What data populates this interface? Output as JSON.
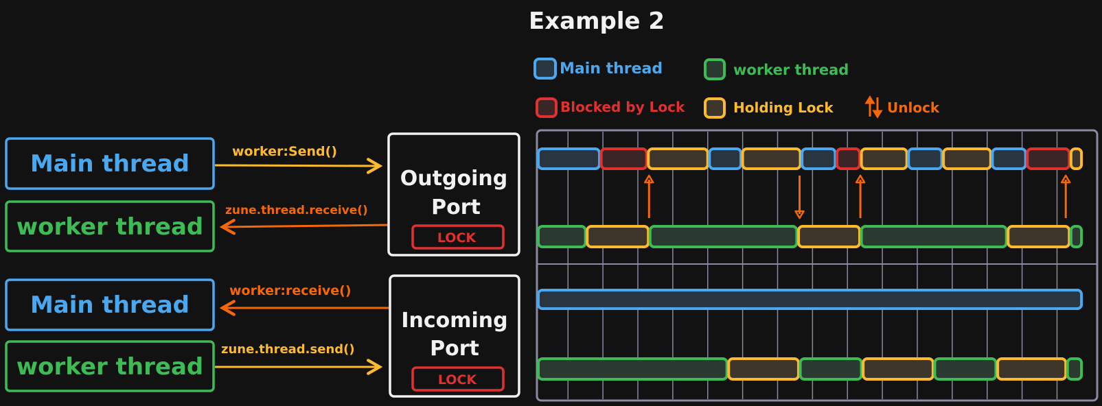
{
  "title": "Example 2",
  "colors": {
    "background": "#121212",
    "main": "#4aa8f0",
    "main_fill": "#2a3542",
    "worker": "#3dbb55",
    "worker_fill": "#2b3a31",
    "blocked": "#e03131",
    "blocked_fill": "#3b2627",
    "holding": "#fcbb2f",
    "holding_fill": "#3e352b",
    "unlock": "#f76707",
    "text_white": "#f2f2f2",
    "grid": "#8a8aa0"
  },
  "legend": [
    {
      "key": "main",
      "label": "Main thread"
    },
    {
      "key": "worker",
      "label": "worker thread"
    },
    {
      "key": "blocked",
      "label": "Blocked by Lock"
    },
    {
      "key": "holding",
      "label": "Holding Lock"
    },
    {
      "key": "unlock",
      "label": "Unlock"
    }
  ],
  "left_diagram": {
    "outgoing": {
      "main_label": "Main thread",
      "worker_label": "worker thread",
      "send_call": "worker:Send()",
      "receive_call": "zune.thread.receive()",
      "port_line1": "Outgoing",
      "port_line2": "Port",
      "lock_label": "LOCK"
    },
    "incoming": {
      "main_label": "Main thread",
      "worker_label": "worker thread",
      "receive_call": "worker:receive()",
      "send_call": "zune.thread.send()",
      "port_line1": "Incoming",
      "port_line2": "Port",
      "lock_label": "LOCK"
    }
  },
  "timeline": {
    "grid_divisions": 16,
    "lanes": [
      {
        "name": "outgoing-main",
        "segments": [
          {
            "state": "main",
            "start": 0.0,
            "end": 1.75
          },
          {
            "state": "blocked",
            "start": 1.8,
            "end": 3.1
          },
          {
            "state": "holding",
            "start": 3.15,
            "end": 4.85
          },
          {
            "state": "main",
            "start": 4.9,
            "end": 5.8
          },
          {
            "state": "holding",
            "start": 5.85,
            "end": 7.5
          },
          {
            "state": "main",
            "start": 7.55,
            "end": 8.5
          },
          {
            "state": "blocked",
            "start": 8.55,
            "end": 9.2
          },
          {
            "state": "holding",
            "start": 9.25,
            "end": 10.55
          },
          {
            "state": "main",
            "start": 10.6,
            "end": 11.55
          },
          {
            "state": "holding",
            "start": 11.6,
            "end": 12.95
          },
          {
            "state": "main",
            "start": 13.0,
            "end": 13.95
          },
          {
            "state": "blocked",
            "start": 14.0,
            "end": 15.2
          },
          {
            "state": "holding",
            "start": 15.25,
            "end": 15.55
          }
        ]
      },
      {
        "name": "outgoing-worker",
        "segments": [
          {
            "state": "worker",
            "start": 0.0,
            "end": 1.35
          },
          {
            "state": "holding",
            "start": 1.4,
            "end": 3.15
          },
          {
            "state": "worker",
            "start": 3.2,
            "end": 7.4
          },
          {
            "state": "holding",
            "start": 7.45,
            "end": 9.2
          },
          {
            "state": "worker",
            "start": 9.25,
            "end": 13.4
          },
          {
            "state": "holding",
            "start": 13.45,
            "end": 15.2
          },
          {
            "state": "worker",
            "start": 15.25,
            "end": 15.55
          }
        ]
      },
      {
        "name": "incoming-main",
        "segments": [
          {
            "state": "main",
            "start": 0.0,
            "end": 15.55
          }
        ]
      },
      {
        "name": "incoming-worker",
        "segments": [
          {
            "state": "worker",
            "start": 0.0,
            "end": 5.4
          },
          {
            "state": "holding",
            "start": 5.45,
            "end": 7.45
          },
          {
            "state": "worker",
            "start": 7.5,
            "end": 9.25
          },
          {
            "state": "holding",
            "start": 9.3,
            "end": 11.3
          },
          {
            "state": "worker",
            "start": 11.35,
            "end": 13.1
          },
          {
            "state": "holding",
            "start": 13.15,
            "end": 15.1
          },
          {
            "state": "worker",
            "start": 15.15,
            "end": 15.55
          }
        ]
      }
    ],
    "unlock_arrows": [
      {
        "at": 3.17,
        "direction": "up"
      },
      {
        "at": 7.48,
        "direction": "down"
      },
      {
        "at": 9.22,
        "direction": "up"
      },
      {
        "at": 15.1,
        "direction": "up"
      }
    ]
  }
}
